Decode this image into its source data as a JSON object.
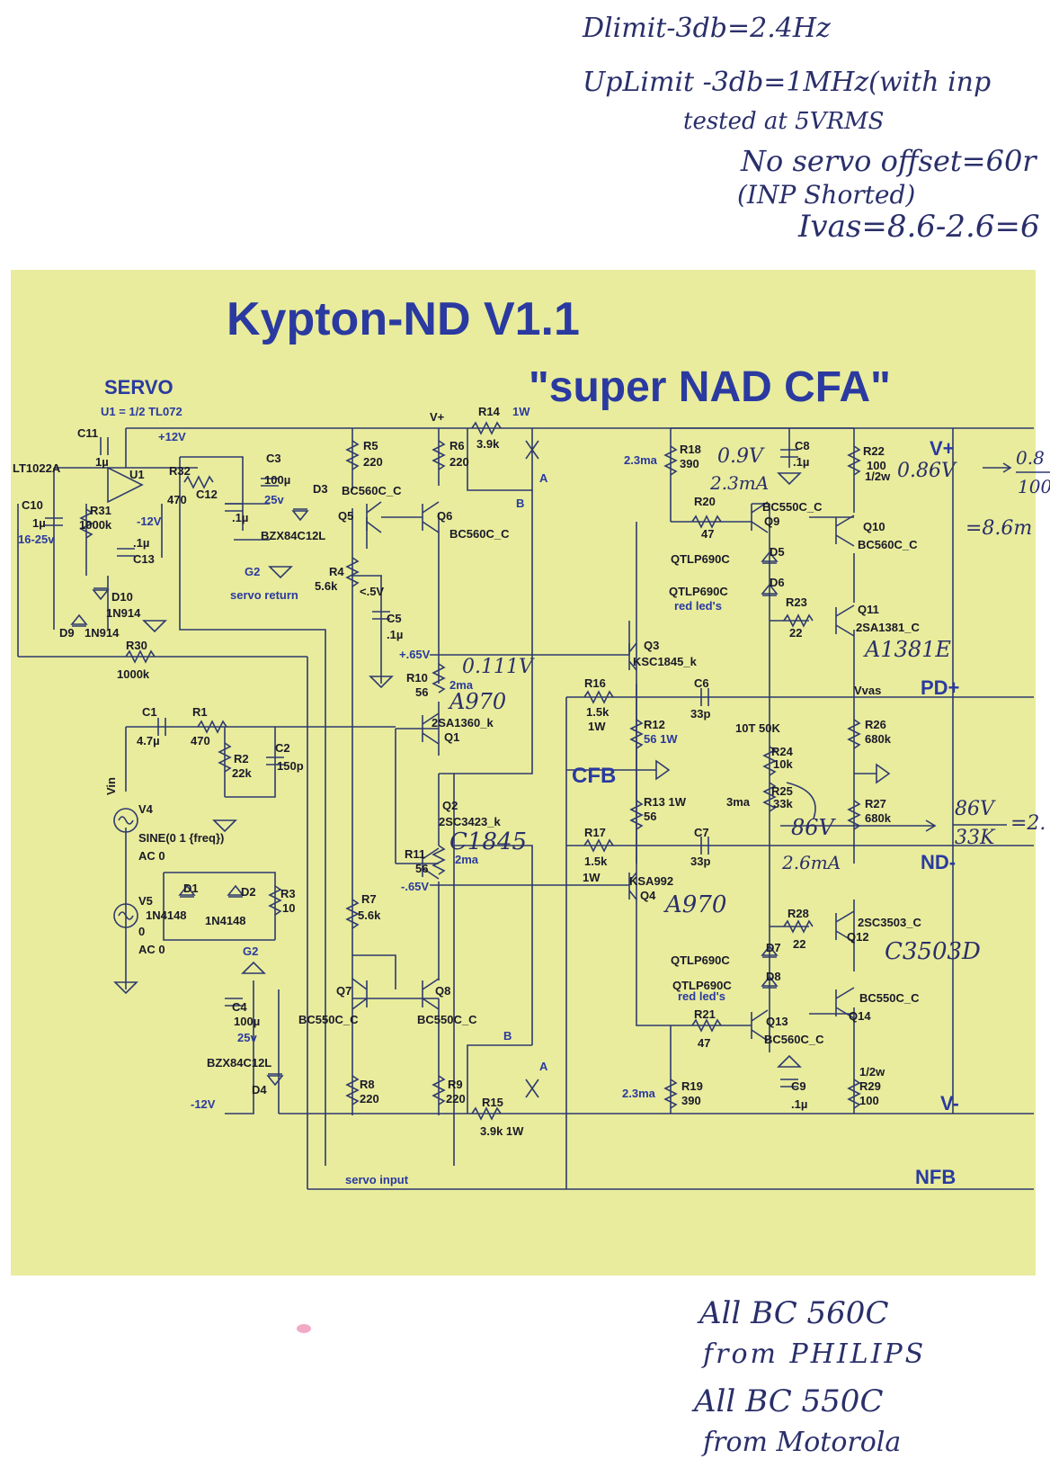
{
  "handwritten_notes": {
    "top": [
      "Dlimit-3db=2.4Hz",
      "UpLimit  -3db=1MHz(with inp",
      "tested at 5VRMS",
      "No servo offset=60r",
      "(INP Shorted)",
      "Ivas=8.6-2.6=6"
    ],
    "bottom": [
      "All BC 560C",
      "from PHILIPS",
      "All BC 550C",
      "from Motorola"
    ],
    "on_schematic": {
      "v09": "0.9V",
      "i23": "2.3mA",
      "v086": "0.86V",
      "arrow_fraction_num": "0.8",
      "arrow_fraction_den": "100",
      "eq86": "=8.6m",
      "a1381": "A1381E",
      "v0111": "0.111V",
      "a970_top": "A970",
      "c1845": "C1845",
      "a970_bot": "A970",
      "c3503": "C3503D",
      "v86": "86V",
      "i26": "2.6mA",
      "frac86": "86V",
      "frac33k": "33K",
      "eq2": "=2."
    }
  },
  "title": "Kypton-ND V1.1",
  "subtitle": "\"super NAD CFA\"",
  "servo": {
    "label": "SERVO",
    "sub": "U1 = 1/2 TL072"
  },
  "labels": {
    "lt1022a": "LT1022A",
    "c11": "C11",
    "c11v": "1µ",
    "plus12": "+12V",
    "u1": "U1",
    "r32": "R32",
    "r32v": "470",
    "c12": "C12",
    "c12v": ".1µ",
    "c3": "C3",
    "c3v": "100µ",
    "c3vv": "25v",
    "d3": "D3",
    "bzx1": "BZX84C12L",
    "g2a": "G2",
    "servo_return": "servo return",
    "c10": "C10",
    "c10v": "1µ",
    "c10vv": "16-25v",
    "r31": "R31",
    "r31v": "1000k",
    "minus12": "-12V",
    "c13v": ".1µ",
    "c13": "C13",
    "d10": "D10",
    "d10v": "1N914",
    "d9": "D9",
    "d9v": "1N914",
    "r30": "R30",
    "r30v": "1000k",
    "r5": "R5",
    "r5v": "220",
    "q5t": "BC560C_C",
    "q5": "Q5",
    "r4": "R4",
    "r4v": "5.6k",
    "v05": "<.5V",
    "c5": "C5",
    "c5v": ".1µ",
    "v065p": "+.65V",
    "vplus": "V+",
    "r6": "R6",
    "r6v": "220",
    "q6": "Q6",
    "q6t": "BC560C_C",
    "r14": "R14",
    "r14w": "1W",
    "r14v": "3.9k",
    "a_top": "A",
    "b_top": "B",
    "r10": "R10",
    "r10v": "56",
    "ma2a": "2ma",
    "q1t": "2SA1360_k",
    "q1": "Q1",
    "q2": "Q2",
    "q2t": "2SC3423_k",
    "r11": "R11",
    "r11v": "56",
    "ma2b": "2ma",
    "v065m": "-.65V",
    "r7": "R7",
    "r7v": "5.6k",
    "q7": "Q7",
    "q7t": "BC550C_C",
    "q8": "Q8",
    "q8t": "BC550C_C",
    "r8": "R8",
    "r8v": "220",
    "r9": "R9",
    "r9v": "220",
    "r15": "R15",
    "r15v": "3.9k 1W",
    "b_bot": "B",
    "a_bot": "A",
    "c1": "C1",
    "c1v": "4.7µ",
    "r1": "R1",
    "r1v": "470",
    "r2": "R2",
    "r2v": "22k",
    "c2": "C2",
    "c2v": "150p",
    "vin": "Vin",
    "v4": "V4",
    "v4sig": "SINE(0 1 {freq})",
    "v4ac": "AC 0",
    "v5": "V5",
    "v5z": "0",
    "v5ac": "AC 0",
    "d1": "D1",
    "d1v": "1N4148",
    "d2": "D2",
    "d2v": "1N4148",
    "r3": "R3",
    "r3v": "10",
    "g2b": "G2",
    "c4": "C4",
    "c4v": "100µ",
    "c4vv": "25v",
    "bzx2": "BZX84C12L",
    "d4": "D4",
    "minus12b": "-12V",
    "servo_input": "servo input",
    "ma23a": "2.3ma",
    "r18": "R18",
    "r18v": "390",
    "c8": "C8",
    "c8v": ".1µ",
    "r20": "R20",
    "r20v": "47",
    "q9t": "BC550C_C",
    "q9": "Q9",
    "r22": "R22",
    "r22v": "100",
    "r22w": "1/2w",
    "vplus2": "V+",
    "q10": "Q10",
    "q10t": "BC560C_C",
    "qtl1": "QTLP690C",
    "d5": "D5",
    "qtl2": "QTLP690C",
    "d6": "D6",
    "redled1": "red led's",
    "r23": "R23",
    "r23v": "22",
    "q11": "Q11",
    "q11t": "2SA1381_C",
    "q3": "Q3",
    "q3t": "KSC1845_k",
    "r16": "R16",
    "r16v": "1.5k",
    "r16w": "1W",
    "c6": "C6",
    "c6v": "33p",
    "vvas": "Vvas",
    "pdplus": "PD+",
    "r12": "R12",
    "r12v": "56 1W",
    "t10": "10T 50K",
    "r24": "R24",
    "r24v": "10k",
    "r26": "R26",
    "r26v": "680k",
    "cfb": "CFB",
    "r13": "R13 1W",
    "r13v": "56",
    "ma3": "3ma",
    "r25": "R25",
    "r25v": "33k",
    "r27": "R27",
    "r27v": "680k",
    "r17": "R17",
    "r17v": "1.5k",
    "r17w": "1W",
    "c7": "C7",
    "c7v": "33p",
    "ndminus": "ND-",
    "q4t": "KSA992",
    "q4": "Q4",
    "r28": "R28",
    "r28v": "22",
    "q12t": "2SC3503_C",
    "q12": "Q12",
    "qtl3": "QTLP690C",
    "d7": "D7",
    "qtl4": "QTLP690C",
    "d8": "D8",
    "redled2": "red led's",
    "r21": "R21",
    "r21v": "47",
    "q14t": "BC550C_C",
    "q14": "Q14",
    "q13": "Q13",
    "q13t": "BC560C_C",
    "ma23b": "2.3ma",
    "r19": "R19",
    "r19v": "390",
    "c9": "C9",
    "c9v": ".1µ",
    "r29w": "1/2w",
    "r29": "R29",
    "r29v": "100",
    "vminus": "V-",
    "nfb": "NFB"
  },
  "colors": {
    "sheet": "#e9ec9c",
    "ink": "#2a3aa0",
    "wire": "#2e3a6e",
    "hand": "#2a2f6a"
  }
}
